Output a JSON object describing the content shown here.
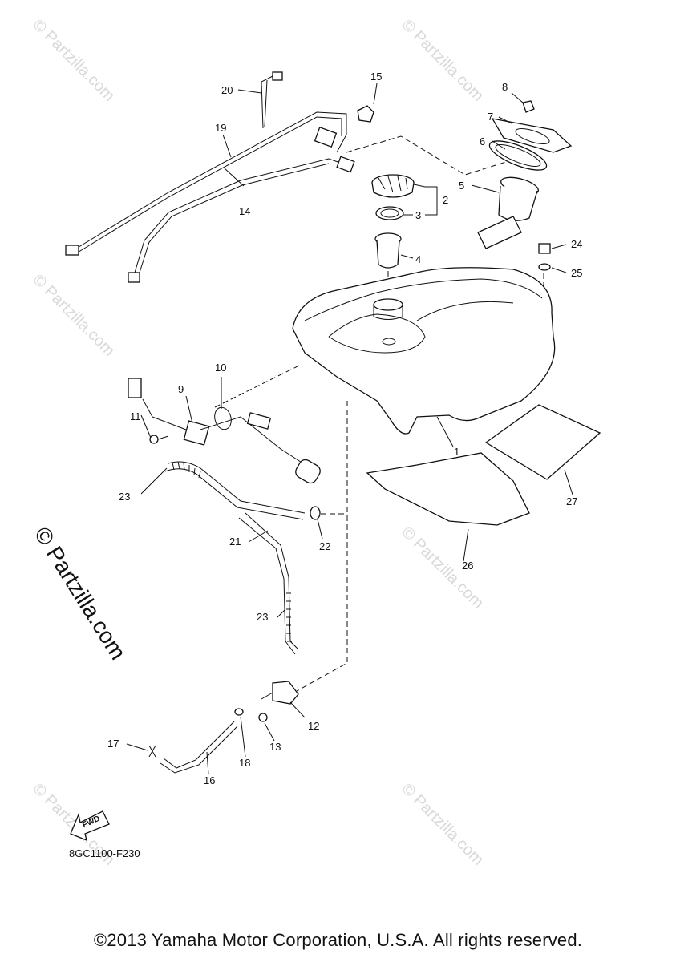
{
  "diagram": {
    "callouts": [
      "1",
      "2",
      "3",
      "4",
      "5",
      "6",
      "7",
      "8",
      "9",
      "10",
      "11",
      "12",
      "13",
      "14",
      "15",
      "16",
      "17",
      "18",
      "19",
      "20",
      "21",
      "22",
      "23",
      "23",
      "24",
      "25",
      "26",
      "27"
    ],
    "fwd_label": "FWD",
    "diagram_code": "8GC1100-F230",
    "copyright": "©2013 Yamaha Motor Corporation, U.S.A. All rights reserved.",
    "watermark": "© Partzilla.com"
  }
}
